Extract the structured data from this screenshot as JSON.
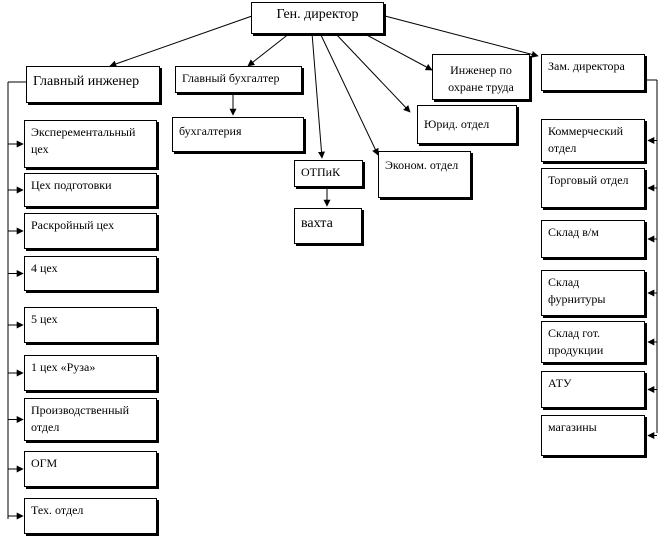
{
  "chart": {
    "director": "Ген. директор",
    "chief_engineer": "Главный инженер",
    "chief_accountant": "Главный бухгалтер",
    "accounting": "бухгалтерия",
    "otpik": "ОТПиК",
    "vakhta": "вахта",
    "econ_dept": "Эконом. отдел",
    "legal_dept": "Юрид. отдел",
    "safety_engineer": "Инженер по охране труда",
    "deputy_director": "Зам. директора",
    "engineer_units": [
      "Эксперементальный цех",
      "Цех подготовки",
      "Раскройный цех",
      "4 цех",
      "5 цех",
      "1 цех «Руза»",
      "Производственный отдел",
      "ОГМ",
      "Тех. отдел"
    ],
    "deputy_units": [
      "Коммерческий отдел",
      "Торговый отдел",
      "Склад в/м",
      "Склад фурнитуры",
      "Склад гот. продукции",
      "АТУ",
      "магазины"
    ]
  }
}
